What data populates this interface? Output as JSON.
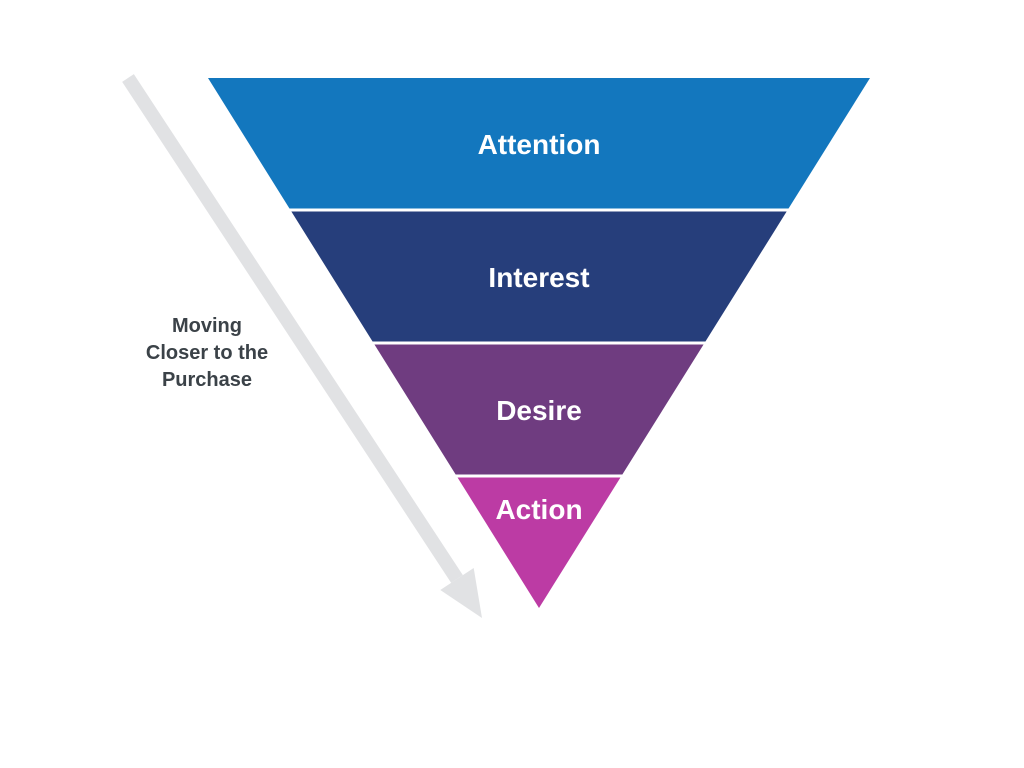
{
  "canvas": {
    "background": "#FFFFFF"
  },
  "funnel": {
    "type": "funnel",
    "stages": [
      {
        "label": "Attention",
        "color": "#1377BE"
      },
      {
        "label": "Interest",
        "color": "#263E7B"
      },
      {
        "label": "Desire",
        "color": "#6F3C80"
      },
      {
        "label": "Action",
        "color": "#BC3BA4"
      }
    ],
    "label_color": "#FFFFFF",
    "divider_color": "#FFFFFF"
  },
  "annotation": {
    "text": "Moving Closer to the Purchase",
    "lines": [
      "Moving",
      "Closer to the",
      "Purchase"
    ],
    "text_color": "#3B4248",
    "arrow_icon": "arrow-diagonal-down-right",
    "arrow_color": "#E1E2E4"
  }
}
